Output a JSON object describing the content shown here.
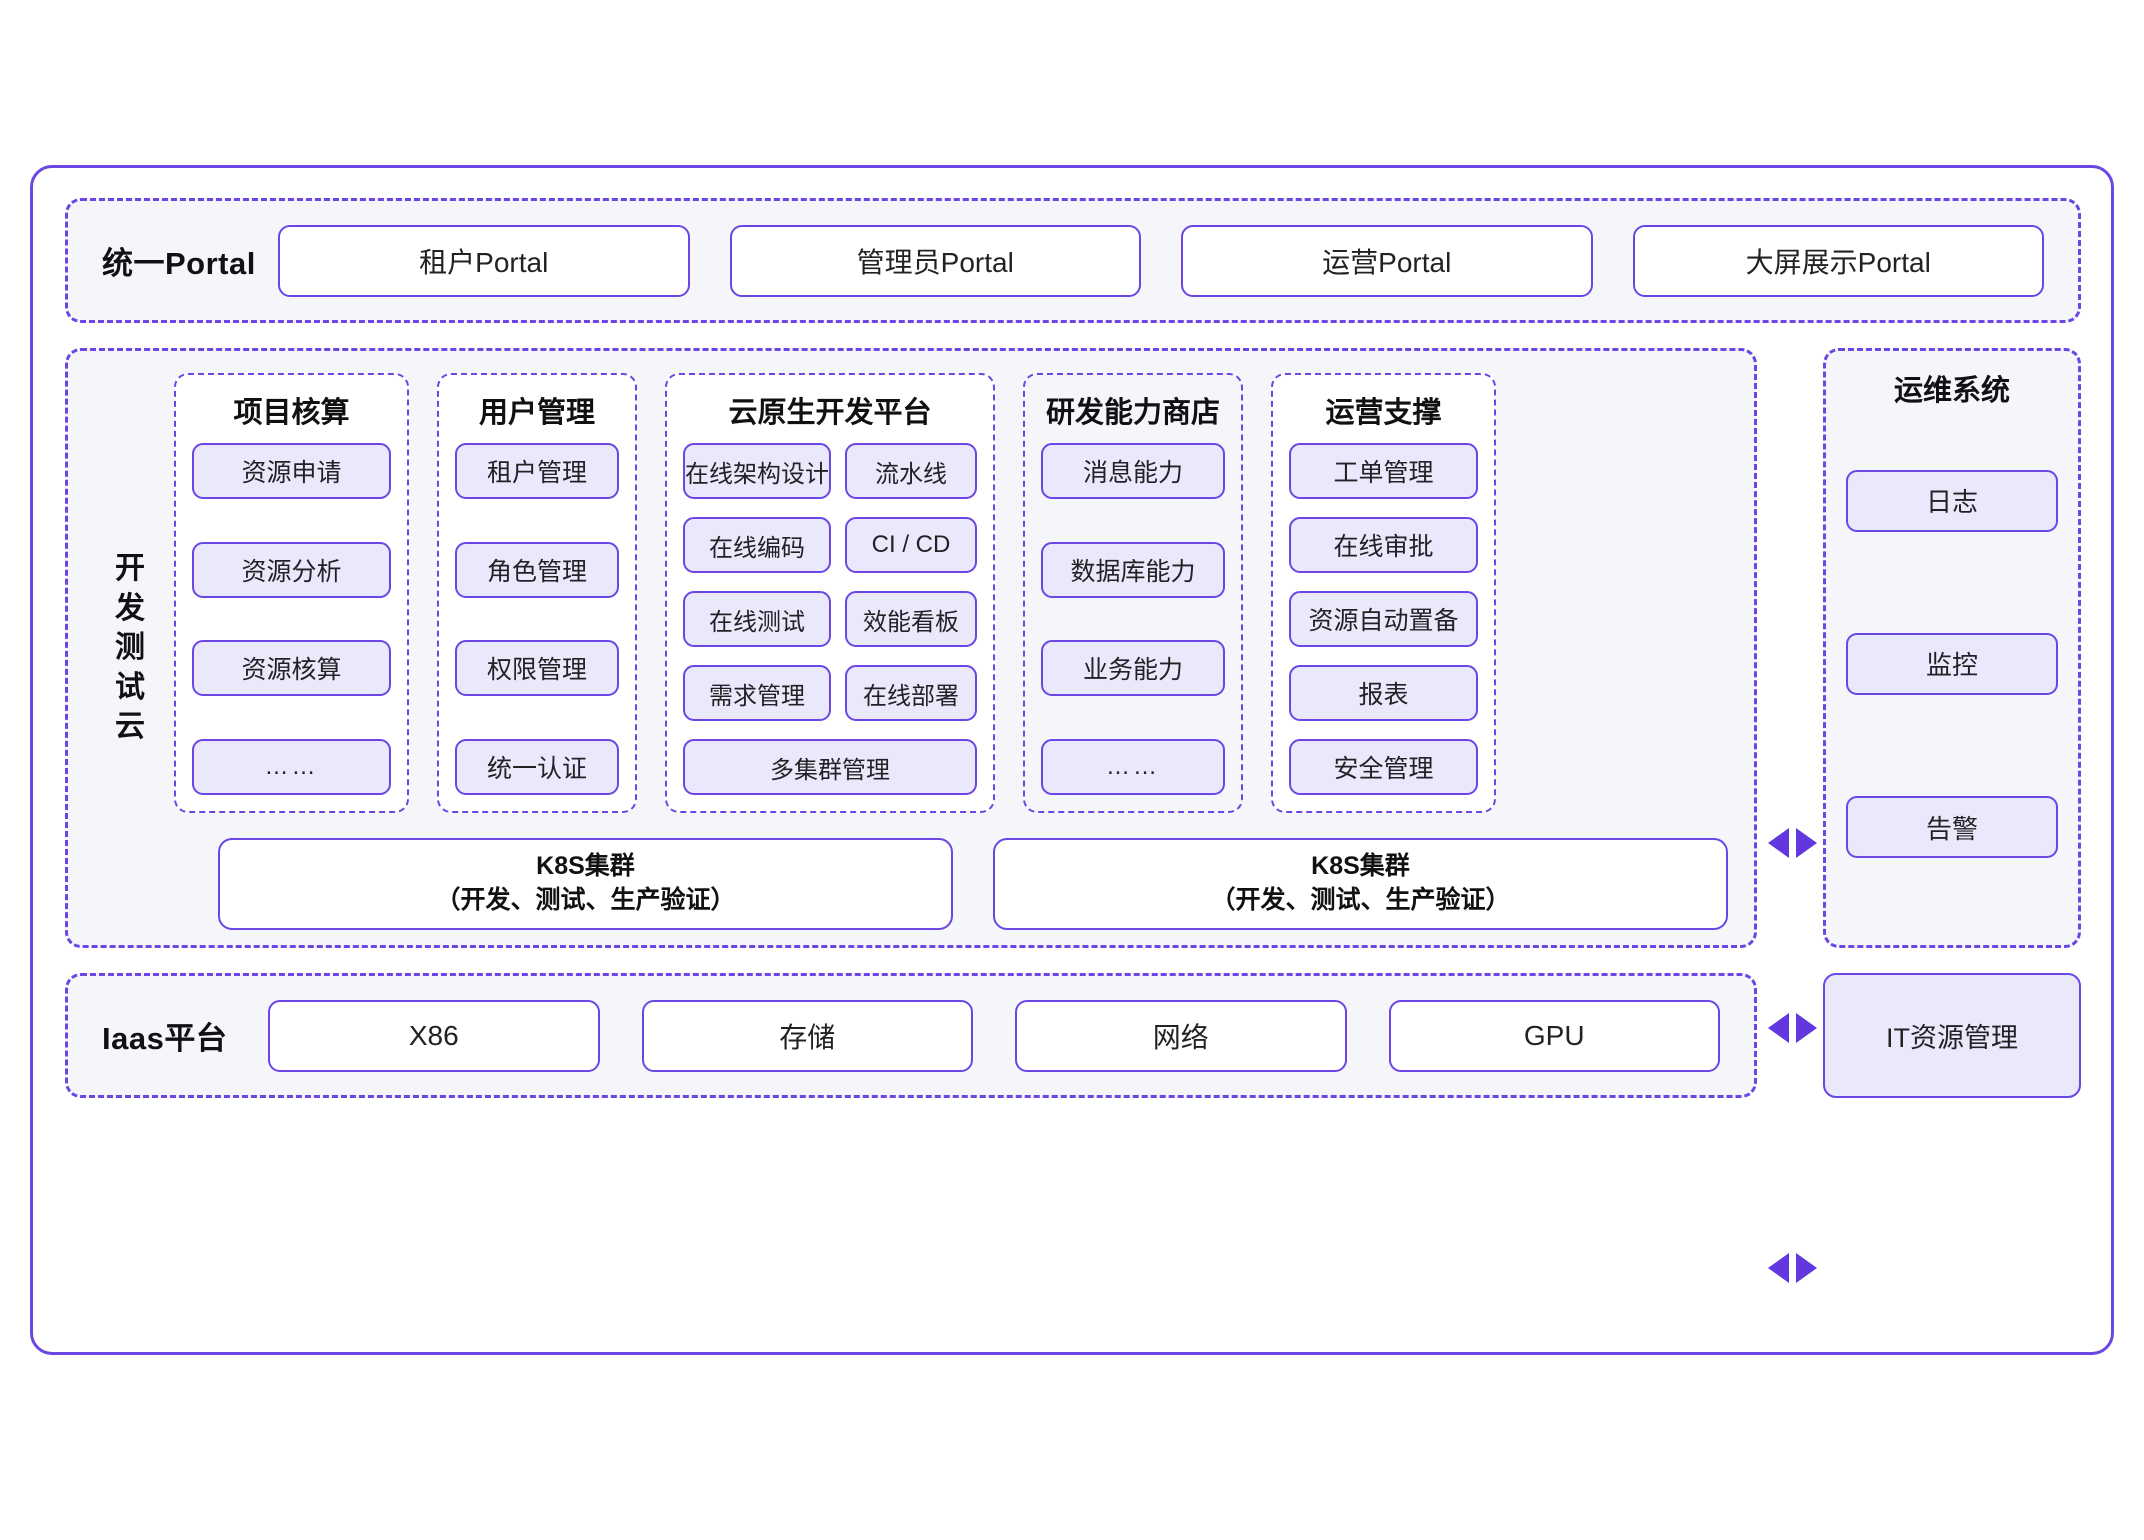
{
  "portal": {
    "label": "统一Portal",
    "items": [
      {
        "label": "租户Portal"
      },
      {
        "label": "管理员Portal"
      },
      {
        "label": "运营Portal"
      },
      {
        "label": "大屏展示Portal"
      }
    ]
  },
  "dev_cloud": {
    "label": "开发测试云",
    "groups": [
      {
        "title": "项目核算",
        "items": [
          {
            "label": "资源申请"
          },
          {
            "label": "资源分析"
          },
          {
            "label": "资源核算"
          },
          {
            "label": "……"
          }
        ]
      },
      {
        "title": "用户管理",
        "items": [
          {
            "label": "租户管理"
          },
          {
            "label": "角色管理"
          },
          {
            "label": "权限管理"
          },
          {
            "label": "统一认证"
          }
        ]
      },
      {
        "title": "云原生开发平台",
        "items": [
          {
            "label": "在线架构设计"
          },
          {
            "label": "流水线"
          },
          {
            "label": "在线编码"
          },
          {
            "label": "CI / CD"
          },
          {
            "label": "在线测试"
          },
          {
            "label": "效能看板"
          },
          {
            "label": "需求管理"
          },
          {
            "label": "在线部署"
          },
          {
            "label": "多集群管理"
          }
        ]
      },
      {
        "title": "研发能力商店",
        "items": [
          {
            "label": "消息能力"
          },
          {
            "label": "数据库能力"
          },
          {
            "label": "业务能力"
          },
          {
            "label": "……"
          }
        ]
      },
      {
        "title": "运营支撑",
        "items": [
          {
            "label": "工单管理"
          },
          {
            "label": "在线审批"
          },
          {
            "label": "资源自动置备"
          },
          {
            "label": "报表"
          },
          {
            "label": "安全管理"
          }
        ]
      }
    ],
    "clusters": [
      {
        "line1": "K8S集群",
        "line2": "（开发、测试、生产验证）"
      },
      {
        "line1": "K8S集群",
        "line2": "（开发、测试、生产验证）"
      }
    ]
  },
  "ops_system": {
    "title": "运维系统",
    "items": [
      {
        "label": "日志"
      },
      {
        "label": "监控"
      },
      {
        "label": "告警"
      }
    ]
  },
  "iaas": {
    "label": "Iaas平台",
    "items": [
      {
        "label": "X86"
      },
      {
        "label": "存储"
      },
      {
        "label": "网络"
      },
      {
        "label": "GPU"
      }
    ],
    "it_resource": "IT资源管理"
  },
  "colors": {
    "accent": "#6b46e5",
    "arrow": "#6237e0",
    "chip_fill": "#eae8fb",
    "band_fill": "#f5f6fa"
  }
}
